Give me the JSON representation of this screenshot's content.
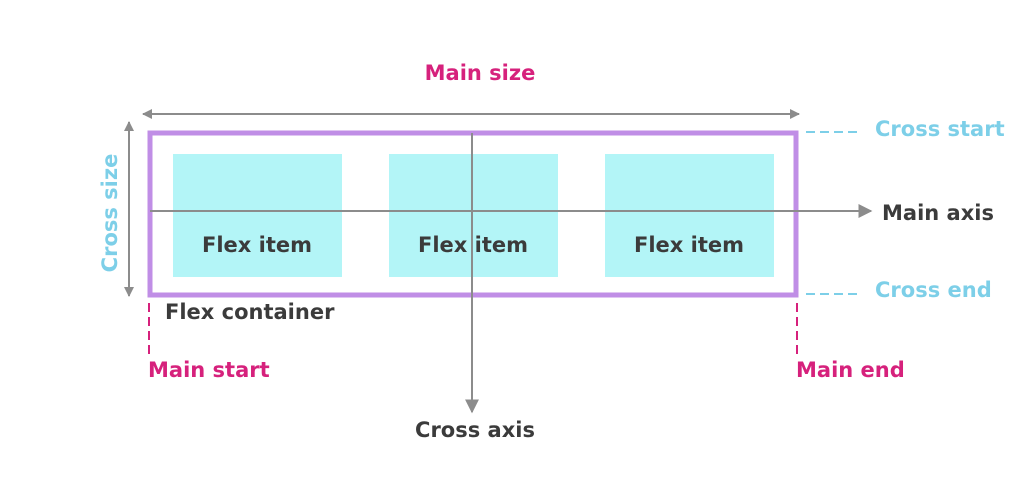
{
  "labels": {
    "main_size": "Main size",
    "cross_size": "Cross size",
    "cross_start": "Cross start",
    "cross_end": "Cross end",
    "main_axis": "Main axis",
    "cross_axis": "Cross axis",
    "main_start": "Main start",
    "main_end": "Main end",
    "flex_container": "Flex container"
  },
  "items": [
    {
      "label": "Flex item"
    },
    {
      "label": "Flex item"
    },
    {
      "label": "Flex item"
    }
  ],
  "colors": {
    "magenta": "#d6217c",
    "cyan_text": "#7dcfe8",
    "container_border": "#c08ee6",
    "item_fill": "#b3f5f7",
    "dark_text": "#3b3b3b",
    "line_gray": "#8c8c8c"
  }
}
